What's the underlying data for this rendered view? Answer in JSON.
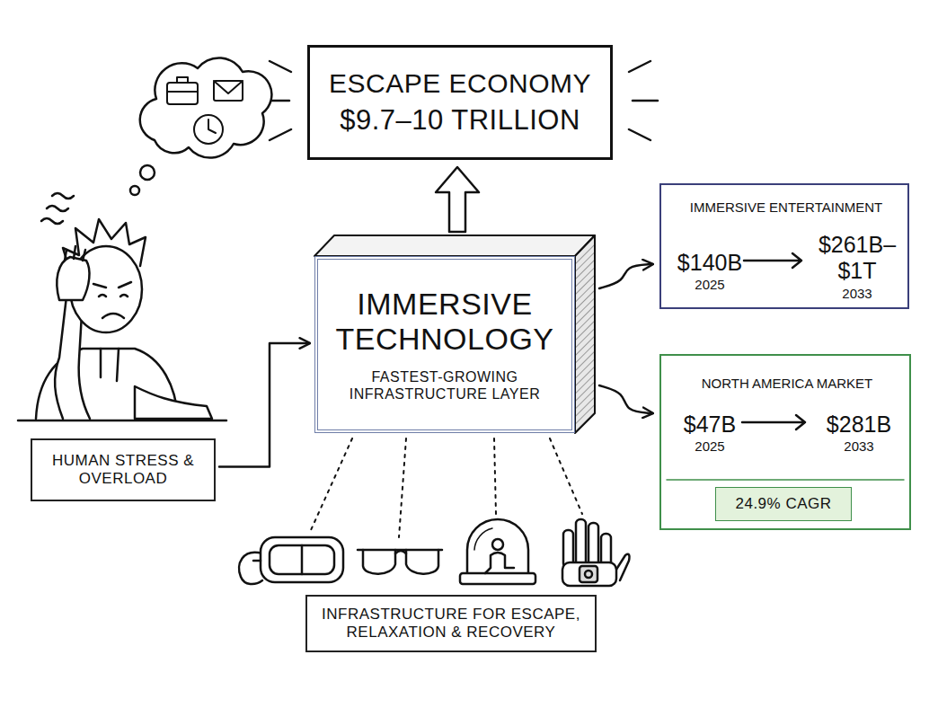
{
  "diagram": {
    "nodes": [
      {
        "text": [
          "ESCAPE ECONOMY",
          "$9.7–10 TRILLION"
        ]
      },
      {
        "text": [
          "HUMAN STRESS & OVERLOAD"
        ]
      },
      {
        "text": [
          "IMMERSIVE TECHNOLOGY",
          "FASTEST-GROWING INFRASTRUCTURE LAYER"
        ]
      },
      {
        "text": [
          "IMMERSIVE ENTERTAINMENT",
          "$140B",
          "2025",
          "$261B–$1T",
          "2033"
        ]
      },
      {
        "text": [
          "NORTH AMERICA MARKET",
          "$47B",
          "2025",
          "$281B",
          "2033"
        ]
      },
      {
        "text": [
          "24.9% CAGR"
        ],
        "in": 4
      },
      {
        "text": [
          "INFRASTRUCTURE FOR ESCAPE, RELAXATION & RECOVERY"
        ]
      }
    ],
    "edges": [
      {
        "from": 1,
        "to": 2,
        "arrow": "to"
      },
      {
        "from": 2,
        "to": 0,
        "arrow": "to"
      },
      {
        "from": 2,
        "to": 3,
        "arrow": "to"
      },
      {
        "from": 2,
        "to": 4,
        "arrow": "to"
      }
    ]
  }
}
